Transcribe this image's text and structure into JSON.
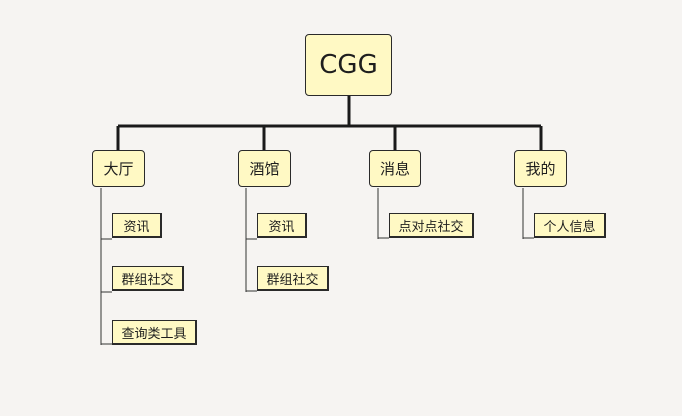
{
  "root": {
    "label": "CGG"
  },
  "categories": [
    {
      "label": "大厅",
      "children": [
        "资讯",
        "群组社交",
        "查询类工具"
      ]
    },
    {
      "label": "酒馆",
      "children": [
        "资讯",
        "群组社交"
      ]
    },
    {
      "label": "消息",
      "children": [
        "点对点社交"
      ]
    },
    {
      "label": "我的",
      "children": [
        "个人信息"
      ]
    }
  ],
  "colors": {
    "node_fill": "#fff9c4",
    "node_border": "#2a2a2a",
    "connector": "#1a1a1a",
    "background": "#f6f4f2"
  }
}
